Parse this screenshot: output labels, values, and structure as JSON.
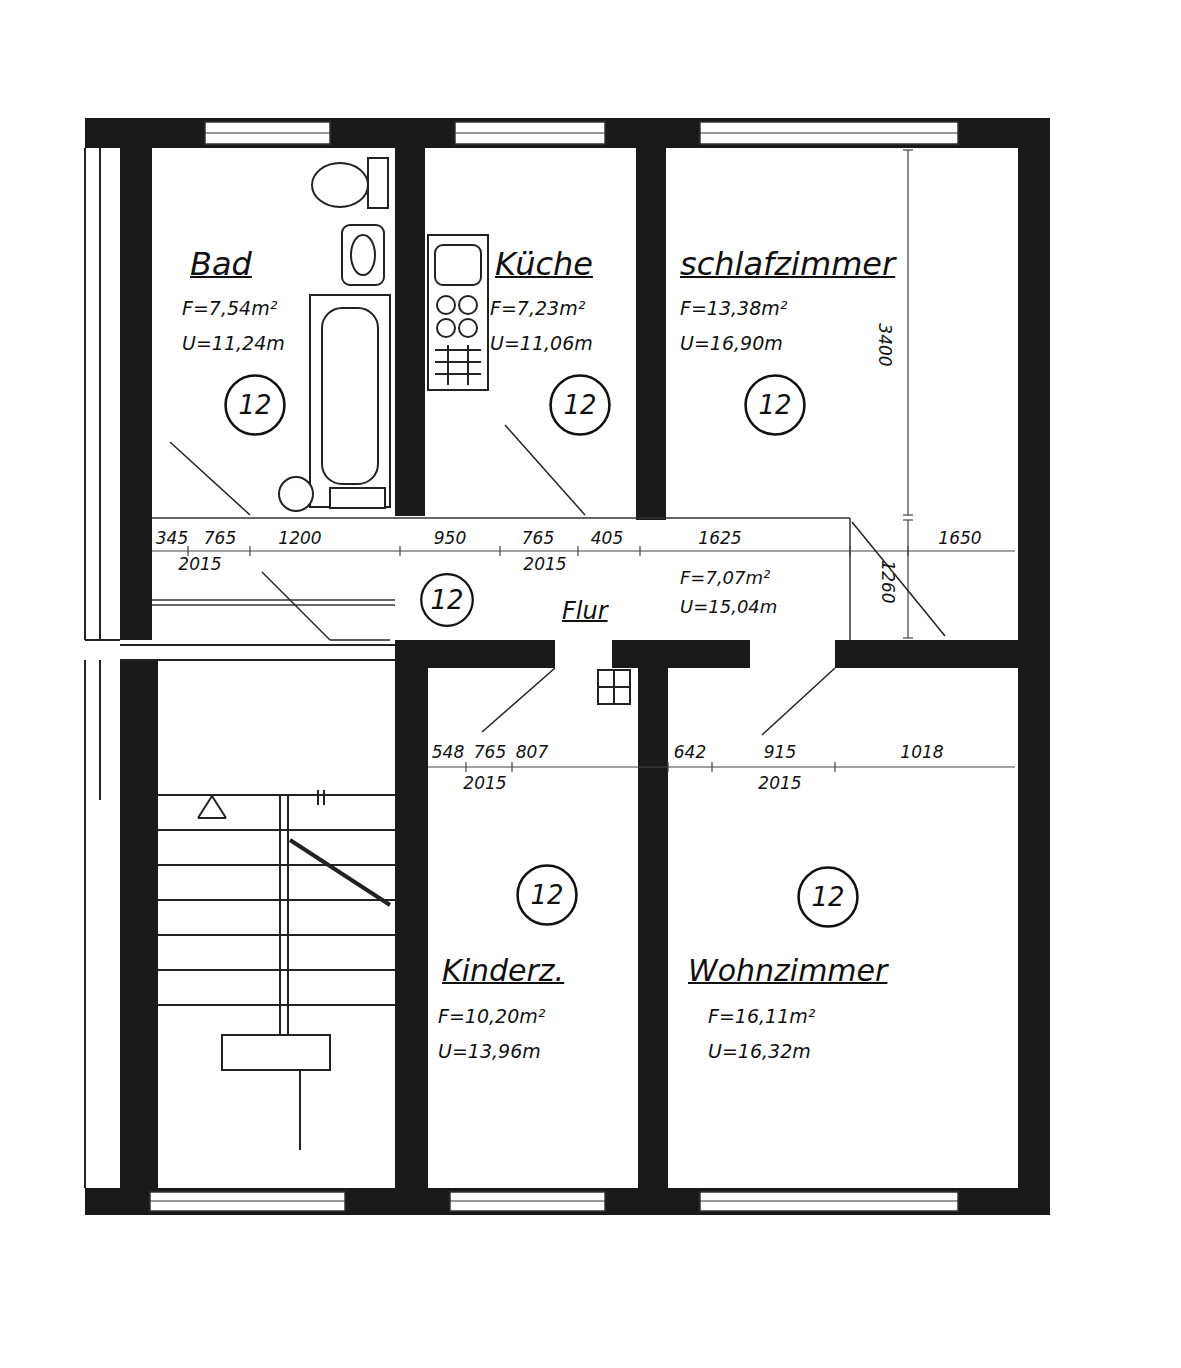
{
  "diagram": {
    "nodes": [
      {
        "text": [
          "Bad",
          "F=7,54m²",
          "U=11,24m"
        ]
      },
      {
        "text": [
          "12"
        ],
        "in": 0
      },
      {
        "text": [
          "Küche",
          "F=7,23m²",
          "U=11,06m"
        ]
      },
      {
        "text": [
          "12"
        ],
        "in": 2
      },
      {
        "text": [
          "schlafzimmer",
          "F=13,38m²",
          "U=16,90m"
        ]
      },
      {
        "text": [
          "12"
        ],
        "in": 4
      },
      {
        "text": [
          "Flur",
          "F=7,07m²",
          "U=15,04m"
        ]
      },
      {
        "text": [
          "12"
        ],
        "in": 6
      },
      {
        "text": [
          "Kinderz.",
          "F=10,20m²",
          "U=13,96m"
        ]
      },
      {
        "text": [
          "12"
        ],
        "in": 8
      },
      {
        "text": [
          "Wohnzimmer",
          "F=16,11m²",
          "U=16,32m"
        ]
      },
      {
        "text": [
          "12"
        ],
        "in": 10
      }
    ],
    "labels": [
      "3400",
      "345",
      "765",
      "1200",
      "950",
      "765",
      "405",
      "1625",
      "1650",
      "1260",
      "2015",
      "2015",
      "548",
      "765",
      "807",
      "642",
      "915",
      "1018",
      "2015",
      "2015"
    ]
  }
}
